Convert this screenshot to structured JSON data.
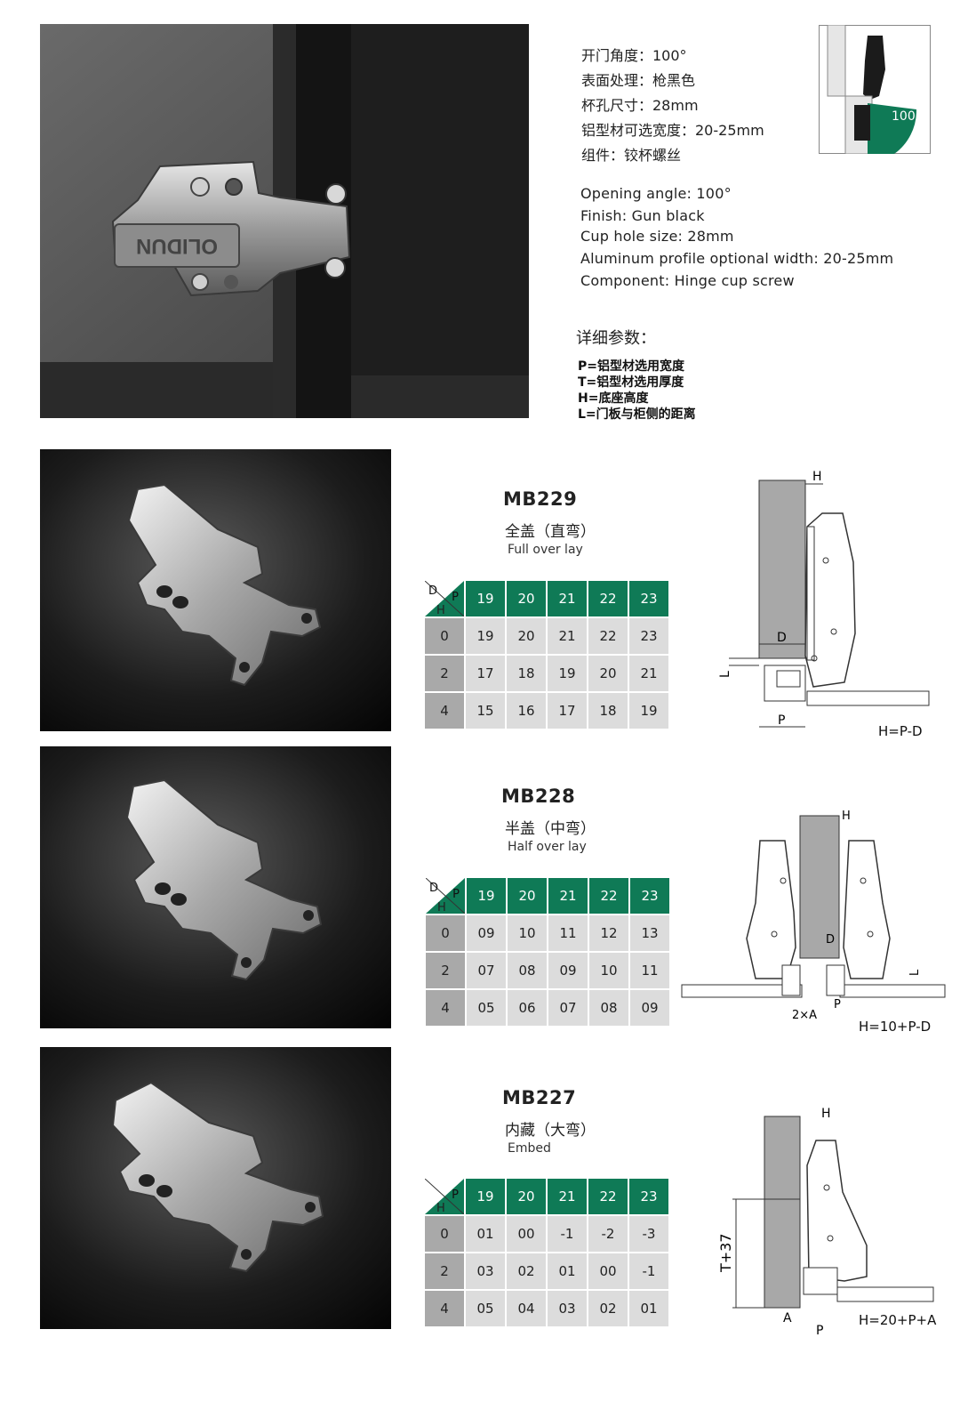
{
  "top": {
    "brand": "OLIDUN",
    "angle_badge": "100°",
    "cn_specs": [
      "开门角度：100°",
      "表面处理：枪黑色",
      "杯孔尺寸：28mm",
      "铝型材可选宽度：20-25mm",
      "组件：铰杯螺丝"
    ],
    "en_specs": [
      "Opening angle: 100°",
      "Finish: Gun black",
      "Cup hole size: 28mm",
      "Aluminum profile optional width: 20-25mm",
      "Component: Hinge cup screw"
    ],
    "params_title": "详细参数：",
    "params": [
      "P=铝型材选用宽度",
      "T=铝型材选用厚度",
      "H=底座高度",
      "L=门板与柜侧的距离"
    ]
  },
  "table_header": [
    "19",
    "20",
    "21",
    "22",
    "23"
  ],
  "corner": {
    "d": "D",
    "p": "P",
    "h": "H"
  },
  "models": [
    {
      "code": "MB229",
      "cn": "全盖（直弯）",
      "en": "Full over lay",
      "formula": "H=P-D",
      "rows": [
        {
          "h": "0",
          "vals": [
            "19",
            "20",
            "21",
            "22",
            "23"
          ]
        },
        {
          "h": "2",
          "vals": [
            "17",
            "18",
            "19",
            "20",
            "21"
          ]
        },
        {
          "h": "4",
          "vals": [
            "15",
            "16",
            "17",
            "18",
            "19"
          ]
        }
      ],
      "diagram_labels": {
        "h": "H",
        "d": "D",
        "l": "L",
        "p": "P"
      }
    },
    {
      "code": "MB228",
      "cn": "半盖（中弯）",
      "en": "Half over lay",
      "formula": "H=10+P-D",
      "rows": [
        {
          "h": "0",
          "vals": [
            "09",
            "10",
            "11",
            "12",
            "13"
          ]
        },
        {
          "h": "2",
          "vals": [
            "07",
            "08",
            "09",
            "10",
            "11"
          ]
        },
        {
          "h": "4",
          "vals": [
            "05",
            "06",
            "07",
            "08",
            "09"
          ]
        }
      ],
      "diagram_labels": {
        "h": "H",
        "d": "D",
        "l": "L",
        "p": "P",
        "a": "2×A"
      }
    },
    {
      "code": "MB227",
      "cn": "内藏（大弯）",
      "en": "Embed",
      "formula": "H=20+P+A",
      "rows": [
        {
          "h": "0",
          "vals": [
            "01",
            "00",
            "-1",
            "-2",
            "-3"
          ]
        },
        {
          "h": "2",
          "vals": [
            "03",
            "02",
            "01",
            "00",
            "-1"
          ]
        },
        {
          "h": "4",
          "vals": [
            "05",
            "04",
            "03",
            "02",
            "01"
          ]
        }
      ],
      "diagram_labels": {
        "h": "H",
        "t": "T+37",
        "a": "A",
        "p": "P"
      }
    }
  ],
  "colors": {
    "accent": "#0f7a56",
    "cell": "#dcdcdc",
    "row_head": "#a9a9a9"
  }
}
